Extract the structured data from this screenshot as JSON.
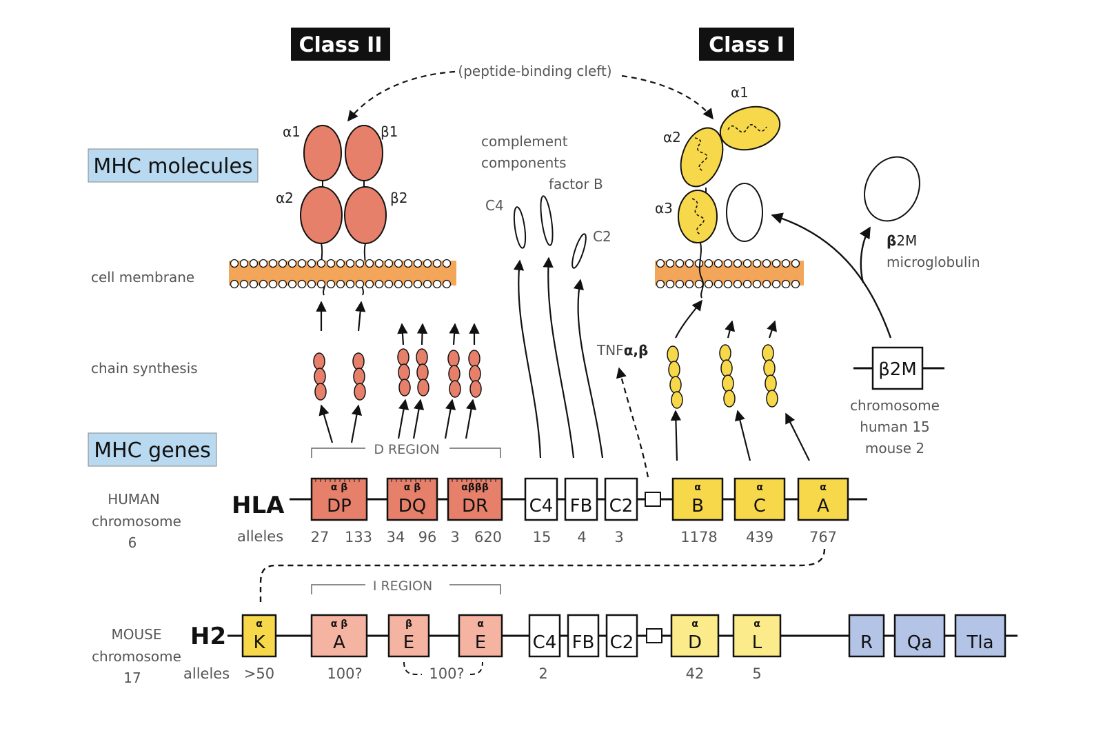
{
  "headers": {
    "class2": "Class II",
    "class1": "Class I"
  },
  "cleft_label": "(peptide-binding cleft)",
  "sections": {
    "molecules": "MHC molecules",
    "genes": "MHC genes"
  },
  "row_labels": {
    "membrane": "cell membrane",
    "synthesis": "chain synthesis"
  },
  "class2_domains": {
    "a1": "α1",
    "b1": "β1",
    "a2": "α2",
    "b2": "β2"
  },
  "class1_domains": {
    "a1": "α1",
    "a2": "α2",
    "a3": "α3"
  },
  "complement": {
    "line1": "complement",
    "line2": "components",
    "factorB": "factor B",
    "c4": "C4",
    "c2": "C2"
  },
  "tnf": {
    "prefix": "TNF",
    "suffix": "α,β"
  },
  "b2m": {
    "gene": "β2M",
    "mol_prefix": "β",
    "mol_suffix": "2M",
    "mol_line2": "microglobulin",
    "chr1": "chromosome",
    "chr2": "human 15",
    "chr3": "mouse 2"
  },
  "human": {
    "line1": "HUMAN",
    "line2": "chromosome",
    "line3": "6",
    "locus": "HLA",
    "alleles_label": "alleles",
    "region_label": "D REGION",
    "genes": [
      {
        "name": "DP",
        "chains": "α    β"
      },
      {
        "name": "DQ",
        "chains": "α   β"
      },
      {
        "name": "DR",
        "chains": "αβββ"
      },
      {
        "name": "C4"
      },
      {
        "name": "FB"
      },
      {
        "name": "C2"
      },
      {
        "name": "B",
        "chains": "α"
      },
      {
        "name": "C",
        "chains": "α"
      },
      {
        "name": "A",
        "chains": "α"
      }
    ],
    "alleles": [
      "27",
      "133",
      "34",
      "96",
      "3",
      "620",
      "15",
      "4",
      "3",
      "1178",
      "439",
      "767"
    ]
  },
  "mouse": {
    "line1": "MOUSE",
    "line2": "chromosome",
    "line3": "17",
    "locus": "H2",
    "alleles_label": "alleles",
    "region_label": "I REGION",
    "genes": [
      {
        "name": "K",
        "chains": "α"
      },
      {
        "name": "A",
        "chains": "α   β"
      },
      {
        "name": "E",
        "chains": "β"
      },
      {
        "name": "E",
        "chains": "α"
      },
      {
        "name": "C4"
      },
      {
        "name": "FB"
      },
      {
        "name": "C2"
      },
      {
        "name": "D",
        "chains": "α"
      },
      {
        "name": "L",
        "chains": "α"
      },
      {
        "name": "R"
      },
      {
        "name": "Qa"
      },
      {
        "name": "Tla"
      }
    ],
    "alleles": [
      ">50",
      "100?",
      "100?",
      "2",
      "42",
      "5"
    ]
  },
  "colors": {
    "class2": "#e6806a",
    "class2_light": "#f5b3a2",
    "class1": "#f7d84a",
    "class1_light": "#fbeb8a",
    "membrane": "#f3a55a",
    "blue_box": "#b8d9ef",
    "nonclassical": "#b3c4e6",
    "header_bg": "#111111"
  }
}
